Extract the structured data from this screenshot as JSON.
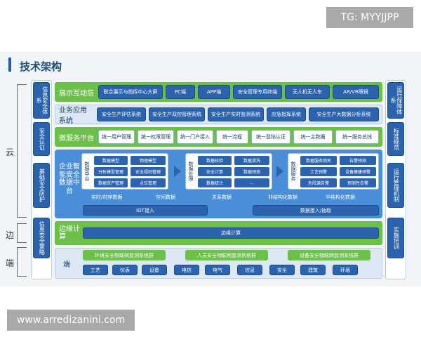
{
  "watermarks": {
    "top": "TG: MYYJJPP",
    "bottom": "www.arredizanini.com"
  },
  "title": "技术架构",
  "side_labels": {
    "cloud": "云",
    "edge": "边",
    "end": "端"
  },
  "left_column": [
    "信息安全体系",
    "安全认证",
    "基础安全防护",
    "信息安全策略"
  ],
  "right_column": [
    "运行保障体系",
    "标准规范",
    "运行管理机制",
    "实施培训"
  ],
  "layers": {
    "display": {
      "label": "展示互动层",
      "items": [
        "联合展示与指挥中心大屏",
        "PC端",
        "APP端",
        "安全管理专用终端",
        "无人机无人车",
        "AR/VR眼镜"
      ]
    },
    "business": {
      "label": "业务应用系统",
      "items": [
        "安全生产评估系统",
        "安全生产双控管理系统",
        "安全生产实时监测系统",
        "应急指挥系统",
        "安全生产大数据分析系统"
      ]
    },
    "platform": {
      "label": "微服务平台",
      "items": [
        "统一用户管理",
        "统一权限管理",
        "统一门户接入",
        "统一流程",
        "统一登陆认证",
        "统一主数据",
        "统一服务总线"
      ]
    },
    "middle": {
      "label": "企业智能安全数据中台",
      "group1": {
        "title": "数据中台",
        "items": [
          "数据模型",
          "物理模型",
          "分析模型管理",
          "安全规则管理",
          "数据资产管理",
          "点位管理"
        ]
      },
      "group2": {
        "title": "数据处理",
        "items": [
          "数据校验",
          "数据清洗",
          "安全计算",
          "数据预测",
          "数据统计",
          "..."
        ]
      },
      "group3": {
        "title": "数据服务",
        "items": [
          "数据服务网关",
          "告警预测",
          "工艺预警",
          "设备健康预警",
          "危险源告警",
          "预测性告警"
        ]
      },
      "sublabels": [
        "实时/时序数据",
        "空间数据",
        "关系数据",
        "非结构化数据",
        "半结构化数据"
      ],
      "bottom_left": "IOT接入",
      "bottom_right": "数据接入/抽取"
    },
    "edge": {
      "label": "边缘计算",
      "item": "边缘计算"
    },
    "terminal": {
      "label": "端",
      "top_items": [
        "环境安全物联网监测系统群",
        "人员安全物联网监测系统群",
        "设备安全物联网监测系统群"
      ],
      "bottom_items": [
        "工艺",
        "仪表",
        "设备",
        "电信",
        "电气",
        "信息",
        "安全",
        "建筑",
        "环境"
      ]
    }
  },
  "colors": {
    "green": "#6cc04a",
    "blue": "#2b63ad",
    "light_blue": "#4a8ed8",
    "pale": "#dde8f5"
  }
}
